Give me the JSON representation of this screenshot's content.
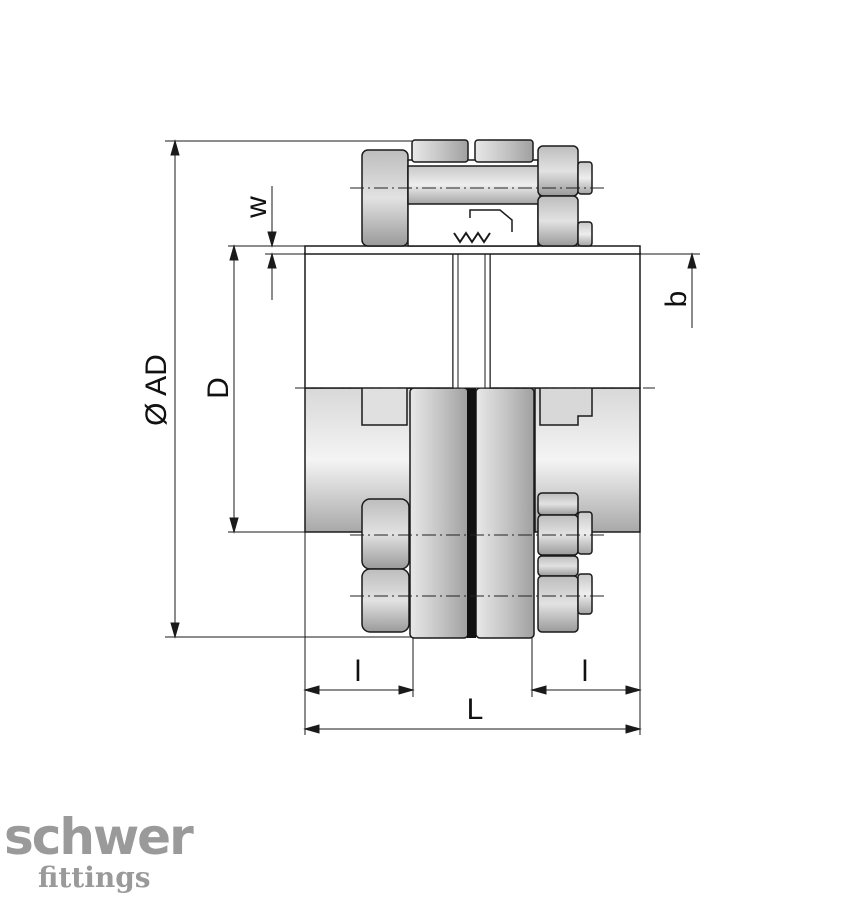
{
  "dimensions": {
    "w": "w",
    "b": "b",
    "D": "D",
    "AD": "Ø AD",
    "l_left": "l",
    "l_right": "l",
    "L": "L"
  },
  "logo": {
    "main": "schwer",
    "sub": "fittings"
  },
  "colors": {
    "metal_light": "#ffffff",
    "metal_dark": "#a9a9a9",
    "outline": "#1a1a1a",
    "logo": "#9a9a9a"
  }
}
